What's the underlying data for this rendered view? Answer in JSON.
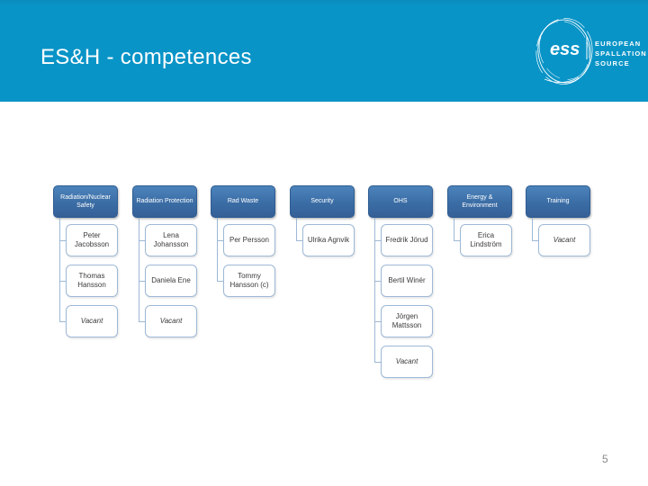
{
  "header": {
    "title": "ES&H - competences",
    "logo": {
      "wordmark": "ess",
      "org_name_lines": [
        "EUROPEAN",
        "SPALLATION",
        "SOURCE"
      ]
    }
  },
  "footer": {
    "page_number": "5"
  },
  "org_chart": {
    "columns": [
      {
        "header": "Radiation/Nuclear Safety",
        "members": [
          {
            "name": "Peter Jacobsson",
            "vacant": false
          },
          {
            "name": "Thomas Hansson",
            "vacant": false
          },
          {
            "name": "Vacant",
            "vacant": true
          }
        ]
      },
      {
        "header": "Radiation Protection",
        "members": [
          {
            "name": "Lena Johansson",
            "vacant": false
          },
          {
            "name": "Daniela Ene",
            "vacant": false
          },
          {
            "name": "Vacant",
            "vacant": true
          }
        ]
      },
      {
        "header": "Rad Waste",
        "members": [
          {
            "name": "Per Persson",
            "vacant": false
          },
          {
            "name": "Tommy Hansson (c)",
            "vacant": false
          }
        ]
      },
      {
        "header": "Security",
        "members": [
          {
            "name": "Ulrika Agnvik",
            "vacant": false
          }
        ]
      },
      {
        "header": "OHS",
        "members": [
          {
            "name": "Fredrik Jörud",
            "vacant": false
          },
          {
            "name": "Bertil Winér",
            "vacant": false
          },
          {
            "name": "Jörgen Mattsson",
            "vacant": false
          },
          {
            "name": "Vacant",
            "vacant": true
          }
        ]
      },
      {
        "header": "Energy & Environment",
        "members": [
          {
            "name": "Erica Lindström",
            "vacant": false
          }
        ]
      },
      {
        "header": "Training",
        "members": [
          {
            "name": "Vacant",
            "vacant": true
          }
        ]
      }
    ]
  },
  "colors": {
    "band": "#0994C7",
    "header_box_fill": "#3B6DA5",
    "header_box_border": "#2F5D92",
    "member_box_border": "#9DB8D6",
    "member_text": "#3A3A3A",
    "connector": "#9DB8D6",
    "title_text": "#FFFFFF",
    "page_number_text": "#8A8A8A"
  }
}
